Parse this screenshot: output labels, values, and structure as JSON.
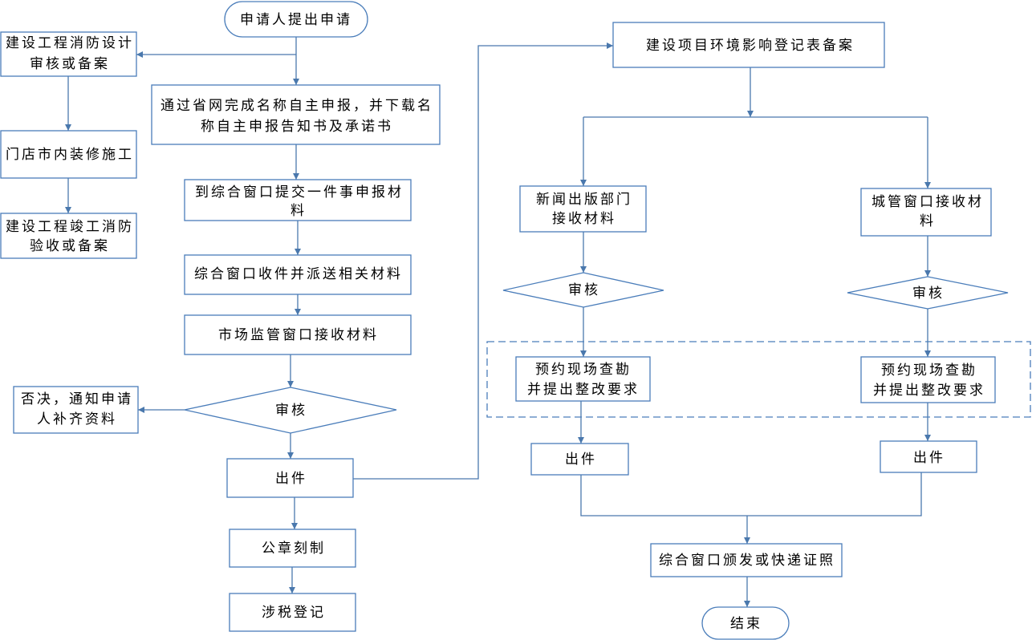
{
  "colors": {
    "box_border": "#4a7dba",
    "connector": "#4a78ad",
    "text": "#000000"
  },
  "nodes": {
    "start": "申请人提出申请",
    "fire_design": [
      "建设工程消防设计",
      "审核或备案"
    ],
    "name_declare": [
      "通过省网完成名称自主申报，并下载名",
      "称自主申报告知书及承诺书"
    ],
    "renovation": "门店市内装修施工",
    "submit": [
      "到综合窗口提交一件事申报材",
      "料"
    ],
    "fire_accept": [
      "建设工程竣工消防",
      "验收或备案"
    ],
    "dispatch": "综合窗口收件并派送相关材料",
    "market_receive": "市场监管窗口接收材料",
    "review_main": "审核",
    "reject": [
      "否决，通知申请",
      "人补齐资料"
    ],
    "issue_main": "出件",
    "seal": "公章刻制",
    "tax": "涉税登记",
    "env_record": "建设项目环境影响登记表备案",
    "press_receive": [
      "新闻出版部门",
      "接收材料"
    ],
    "urban_receive": [
      "城管窗口接收材",
      "料"
    ],
    "review_press": "审核",
    "review_urban": "审核",
    "inspect_press": [
      "预约现场查勘",
      "并提出整改要求"
    ],
    "inspect_urban": [
      "预约现场查勘",
      "并提出整改要求"
    ],
    "issue_press": "出件",
    "issue_urban": "出件",
    "license": "综合窗口颁发或快递证照",
    "end": "结束"
  }
}
